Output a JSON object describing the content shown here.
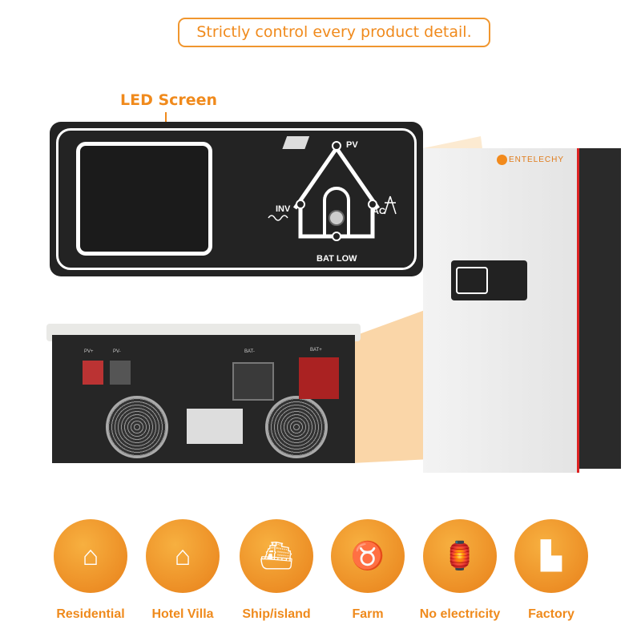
{
  "banner": "Strictly control every product detail.",
  "led_label": "LED Screen",
  "panel": {
    "pv": "PV",
    "inv": "INV",
    "ac": "AC",
    "bat_low": "BAT LOW"
  },
  "brand": "ENTELECHY",
  "terminals": {
    "pv_plus": "PV+",
    "pv_minus": "PV-",
    "bat_minus": "BAT-",
    "bat_plus": "BAT+"
  },
  "categories": [
    {
      "label": "Residential",
      "icon": "house-icon"
    },
    {
      "label": "Hotel Villa",
      "icon": "villa-icon"
    },
    {
      "label": "Ship/island",
      "icon": "ship-icon"
    },
    {
      "label": "Farm",
      "icon": "cow-icon"
    },
    {
      "label": "No electricity",
      "icon": "lantern-icon"
    },
    {
      "label": "Factory",
      "icon": "factory-icon"
    }
  ],
  "colors": {
    "accent": "#f08a1c"
  }
}
